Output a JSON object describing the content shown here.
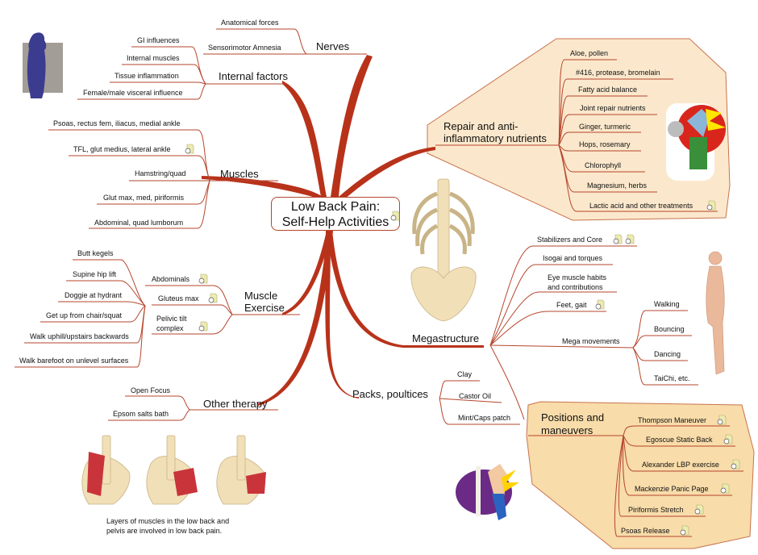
{
  "central_topic": {
    "line1": "Low Back Pain:",
    "line2": "Self-Help Activities",
    "has_attachment": true
  },
  "colors": {
    "branch": "#b8321a",
    "line": "#b6452c",
    "callout_fill": "#fbe8cc",
    "callout_fill2": "#f8dcaa"
  },
  "branches": {
    "nerves": {
      "label": "Nerves",
      "children": [
        "Anatomical forces",
        "Sensorimotor Amnesia"
      ]
    },
    "internal_factors": {
      "label": "Internal factors",
      "children": [
        "GI influences",
        "Internal muscles",
        "Tissue inflammation",
        "Female/male visceral influence"
      ]
    },
    "muscles": {
      "label": "Muscles",
      "children": [
        "Psoas, rectus fem, iliacus, medial ankle",
        "TFL, glut medius, lateral ankle",
        "Hamstring/quad",
        "Glut max, med, piriformis",
        "Abdominal, quad lumborum"
      ]
    },
    "muscle_exercise": {
      "label_line1": "Muscle",
      "label_line2": "Exercise",
      "children": [
        "Abdominals",
        "Gluteus max",
        "Pelivic tilt complex"
      ],
      "pelvic_line1": "Pelivic tilt",
      "pelvic_line2": "complex",
      "grandchildren": [
        "Butt kegels",
        "Supine hip lift",
        "Doggie at hydrant",
        "Get up from chair/squat",
        "Walk uphill/upstairs backwards",
        "Walk barefoot on unlevel surfaces"
      ]
    },
    "other_therapy": {
      "label": "Other therapy",
      "children": [
        "Open Focus",
        "Epsom salts bath"
      ]
    },
    "repair": {
      "label_line1": "Repair and anti-",
      "label_line2": "inflammatory nutrients",
      "children": [
        "Aloe, pollen",
        "#416, protease, bromelain",
        "Fatty acid balance",
        "Joint repair nutrients",
        "Ginger, turmeric",
        "Hops, rosemary",
        "Chlorophyll",
        "Magnesium, herbs",
        "Lactic acid and other treatments"
      ]
    },
    "megastructure": {
      "label": "Megastructure",
      "children": [
        "Stabilizers and Core",
        "Isogai and torques",
        "Eye muscle habits",
        "and contributions",
        "Feet, gait",
        "Mega movements"
      ],
      "mega_movements": [
        "Walking",
        "Bouncing",
        "Dancing",
        "TaiChi, etc."
      ]
    },
    "packs": {
      "label": "Packs, poultices",
      "children": [
        "Clay",
        "Castor Oil",
        "Mint/Caps patch"
      ]
    },
    "positions": {
      "label_line1": "Positions and",
      "label_line2": "maneuvers",
      "children": [
        "Thompson Maneuver",
        "Egoscue Static Back",
        "Alexander LBP exercise",
        "Mackenzie Panic Page",
        "Piriformis Stretch",
        "Psoas Release"
      ]
    }
  },
  "caption": {
    "line1": "Layers of muscles in the low back and",
    "line2": "pelvis are involved in low back pain."
  },
  "images": [
    "stooped-person-silhouette",
    "back-pain-cartoon",
    "spine-skeleton",
    "standing-man-side-view",
    "pelvis-muscle-layers",
    "back-pain-spine-cartoon"
  ]
}
